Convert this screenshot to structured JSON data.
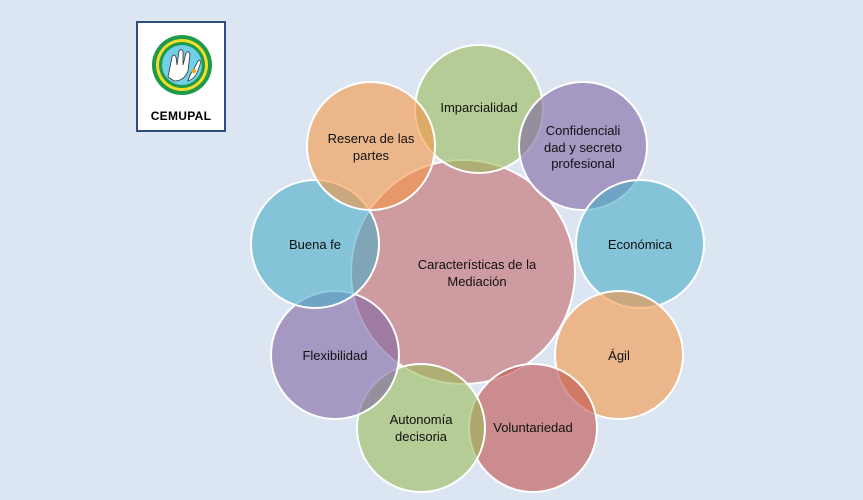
{
  "logo": {
    "name": "CEMUPAL"
  },
  "diagram": {
    "center": {
      "line1": "Características de la",
      "line2": "Mediación"
    },
    "nodes": [
      {
        "lines": [
          "Imparcialidad"
        ]
      },
      {
        "lines": [
          "Confidenciali",
          "dad y secreto",
          "profesional"
        ]
      },
      {
        "lines": [
          "Económica"
        ]
      },
      {
        "lines": [
          "Ágil"
        ]
      },
      {
        "lines": [
          "Voluntariedad"
        ]
      },
      {
        "lines": [
          "Autonomía",
          "decisoria"
        ]
      },
      {
        "lines": [
          "Flexibilidad"
        ]
      },
      {
        "lines": [
          "Buena fe"
        ]
      },
      {
        "lines": [
          "Reserva de las",
          "partes"
        ]
      }
    ]
  },
  "colors": {
    "background": "#dce6f2",
    "center": "#c0504d",
    "green": "#9bbb59",
    "purple": "#8064a2",
    "teal": "#4bacc6",
    "orange": "#f79646",
    "logo_green": "#1e9a4a",
    "logo_yellow": "#f2dd2a"
  }
}
